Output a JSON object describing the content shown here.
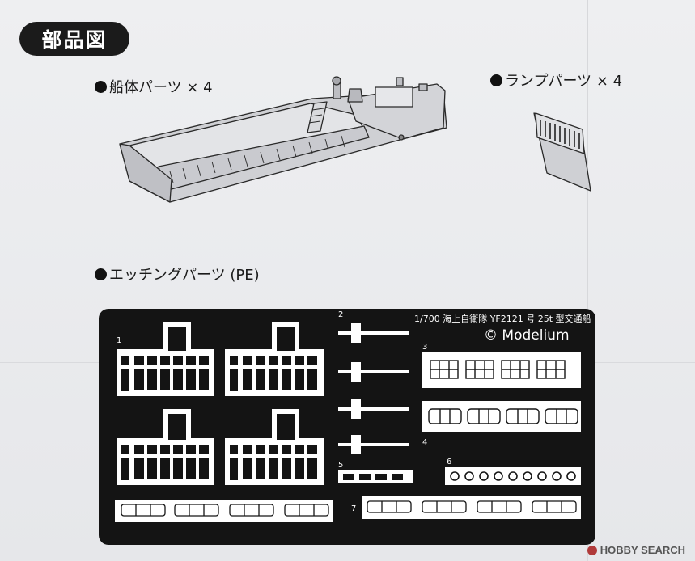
{
  "section_title": "部品図",
  "hull": {
    "label": "船体パーツ × 4"
  },
  "ramp": {
    "label": "ランプパーツ × 4"
  },
  "pe": {
    "label": "エッチングパーツ (PE)",
    "sheet_caption": "1/700 海上自衛隊 YF2121 号 25t 型交通船",
    "brand": "© Modelium",
    "part_numbers": [
      "1",
      "2",
      "3",
      "4",
      "5",
      "6",
      "7"
    ]
  },
  "watermark": "HOBBY SEARCH",
  "colors": {
    "ink": "#1a1a1a",
    "paper": "#e9eaec",
    "fret": "#141414",
    "part": "#ffffff"
  }
}
